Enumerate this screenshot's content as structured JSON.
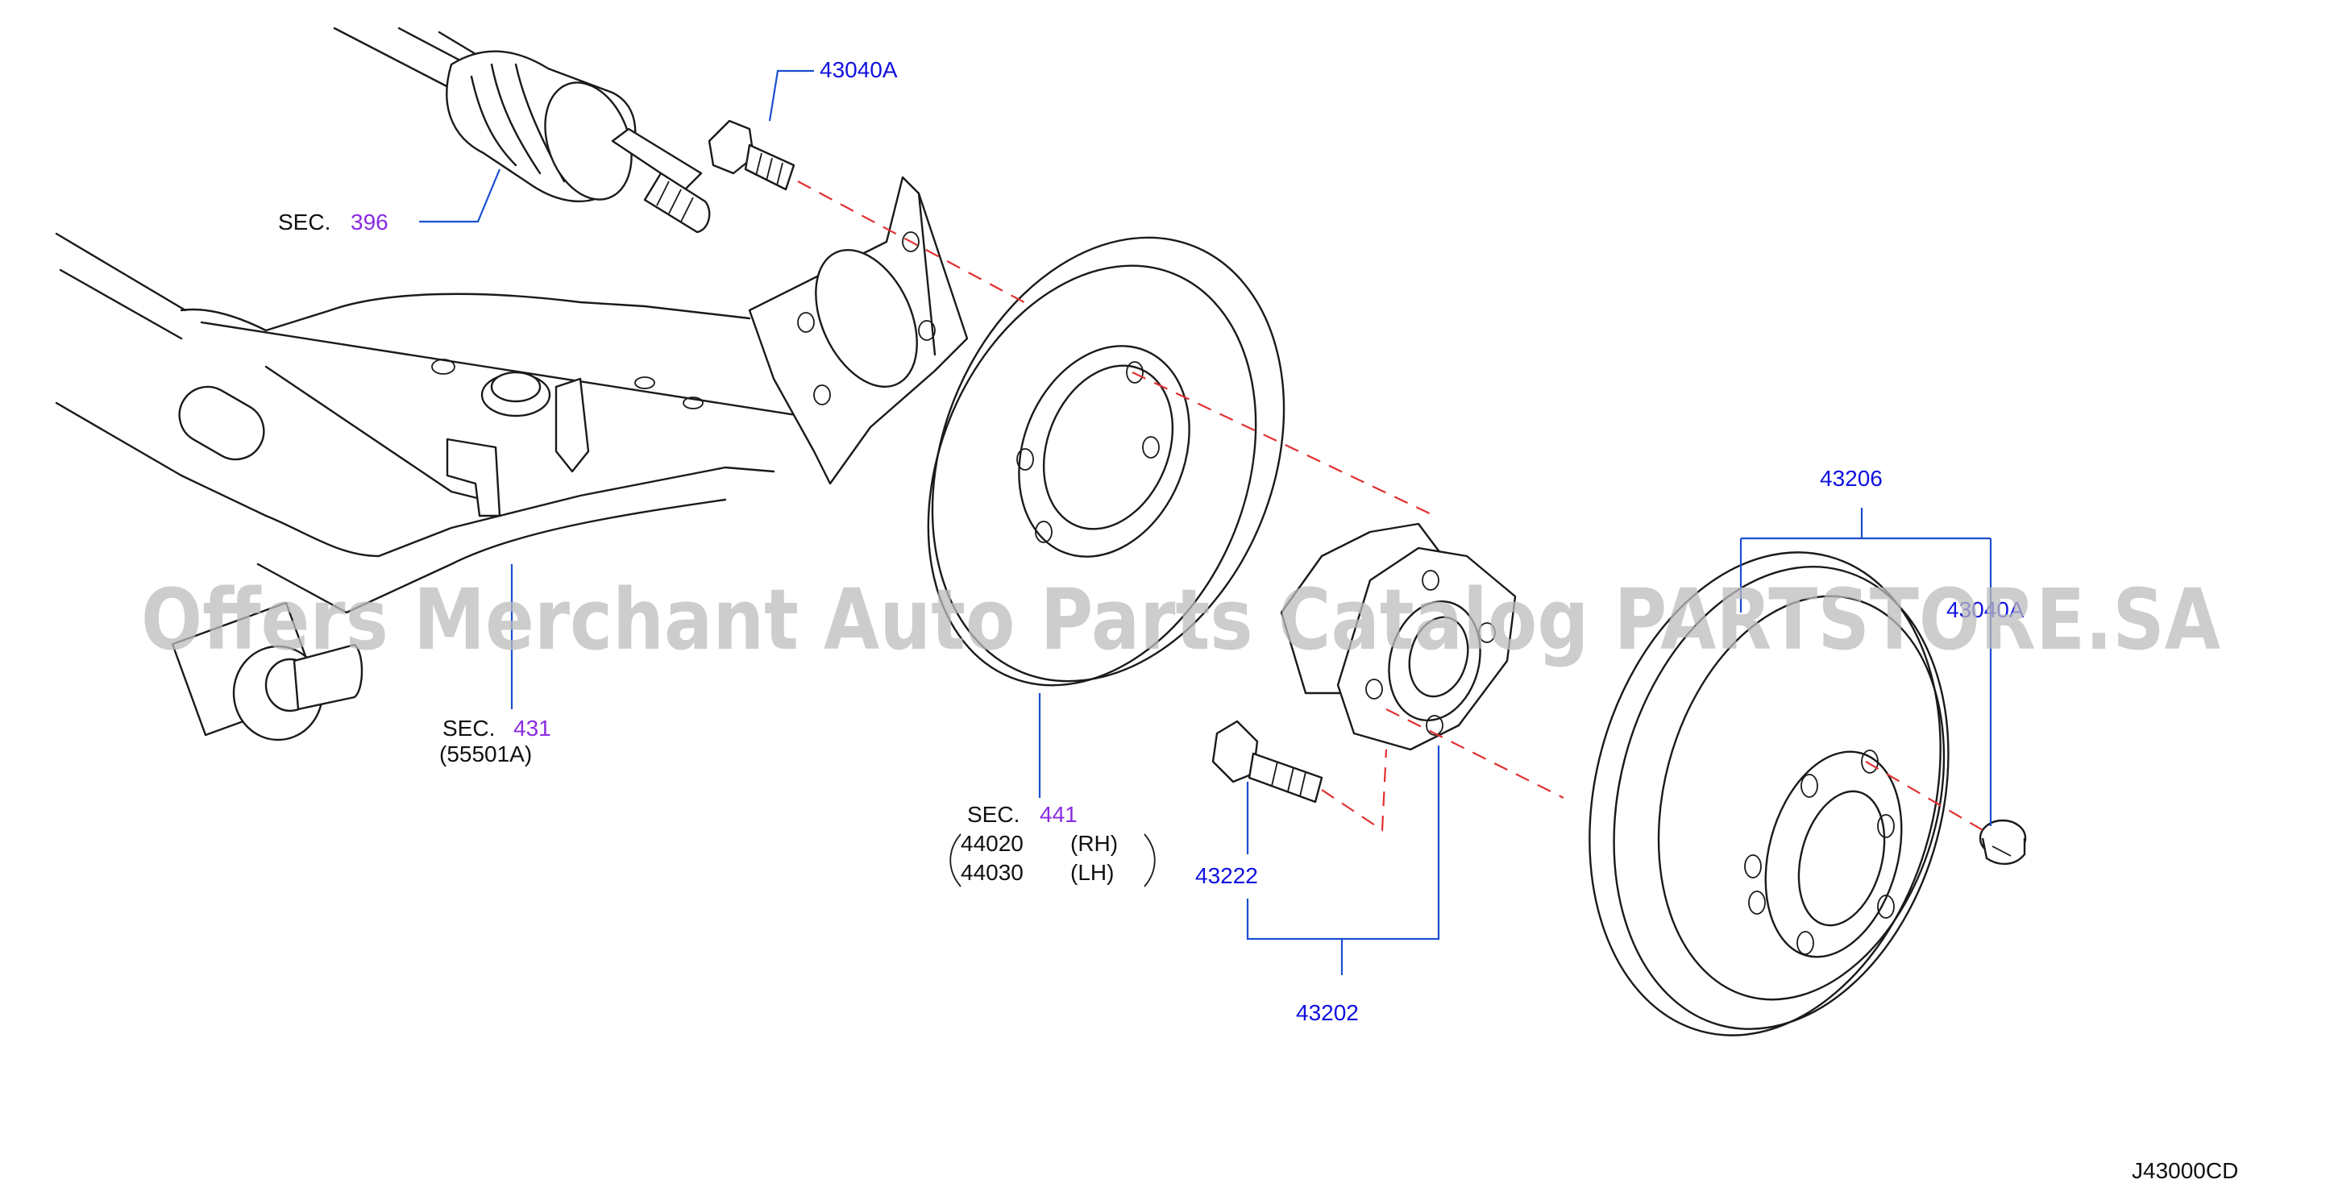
{
  "diagram_code": "J43000CD",
  "watermark": "Offers Merchant Auto Parts Catalog PARTSTORE.SA",
  "colors": {
    "part_number": "#1010e0",
    "section_number": "#8a2be2",
    "text": "#111111",
    "leader": "#1a4fd0",
    "centerline": "#e23030"
  },
  "labels": {
    "bolt_43040a": "43040A",
    "sec_396": {
      "prefix": "SEC.",
      "num": "396"
    },
    "sec_431": {
      "prefix": "SEC.",
      "num": "431",
      "sub": "(55501A)"
    },
    "sec_441": {
      "prefix": "SEC.",
      "num": "441",
      "rows": [
        {
          "part": "44020",
          "side": "(RH)"
        },
        {
          "part": "44030",
          "side": "(LH)"
        }
      ]
    },
    "drum_43206": "43206",
    "cap_4303": "43040A",
    "bolt_43222": "43222",
    "hub_43202": "43202"
  }
}
